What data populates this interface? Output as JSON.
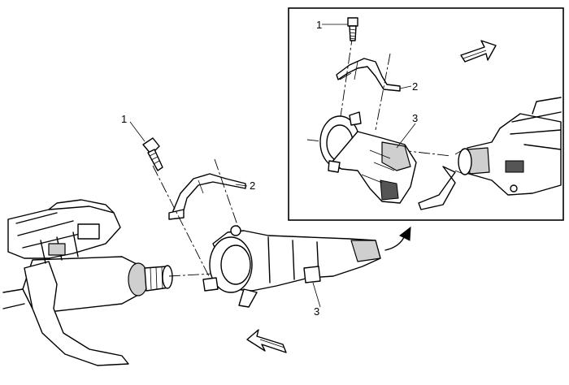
{
  "callouts": {
    "main_bolt": "1",
    "main_bracket": "2",
    "main_housing": "3",
    "inset_bolt": "1",
    "inset_bracket": "2",
    "inset_housing": "3"
  },
  "colors": {
    "line": "#000000",
    "background": "#ffffff",
    "shading": "#cfcfcf"
  },
  "icons": {
    "main_direction": "direction-arrow-icon",
    "inset_direction": "direction-arrow-icon",
    "detail_pointer": "curved-arrow-icon"
  }
}
